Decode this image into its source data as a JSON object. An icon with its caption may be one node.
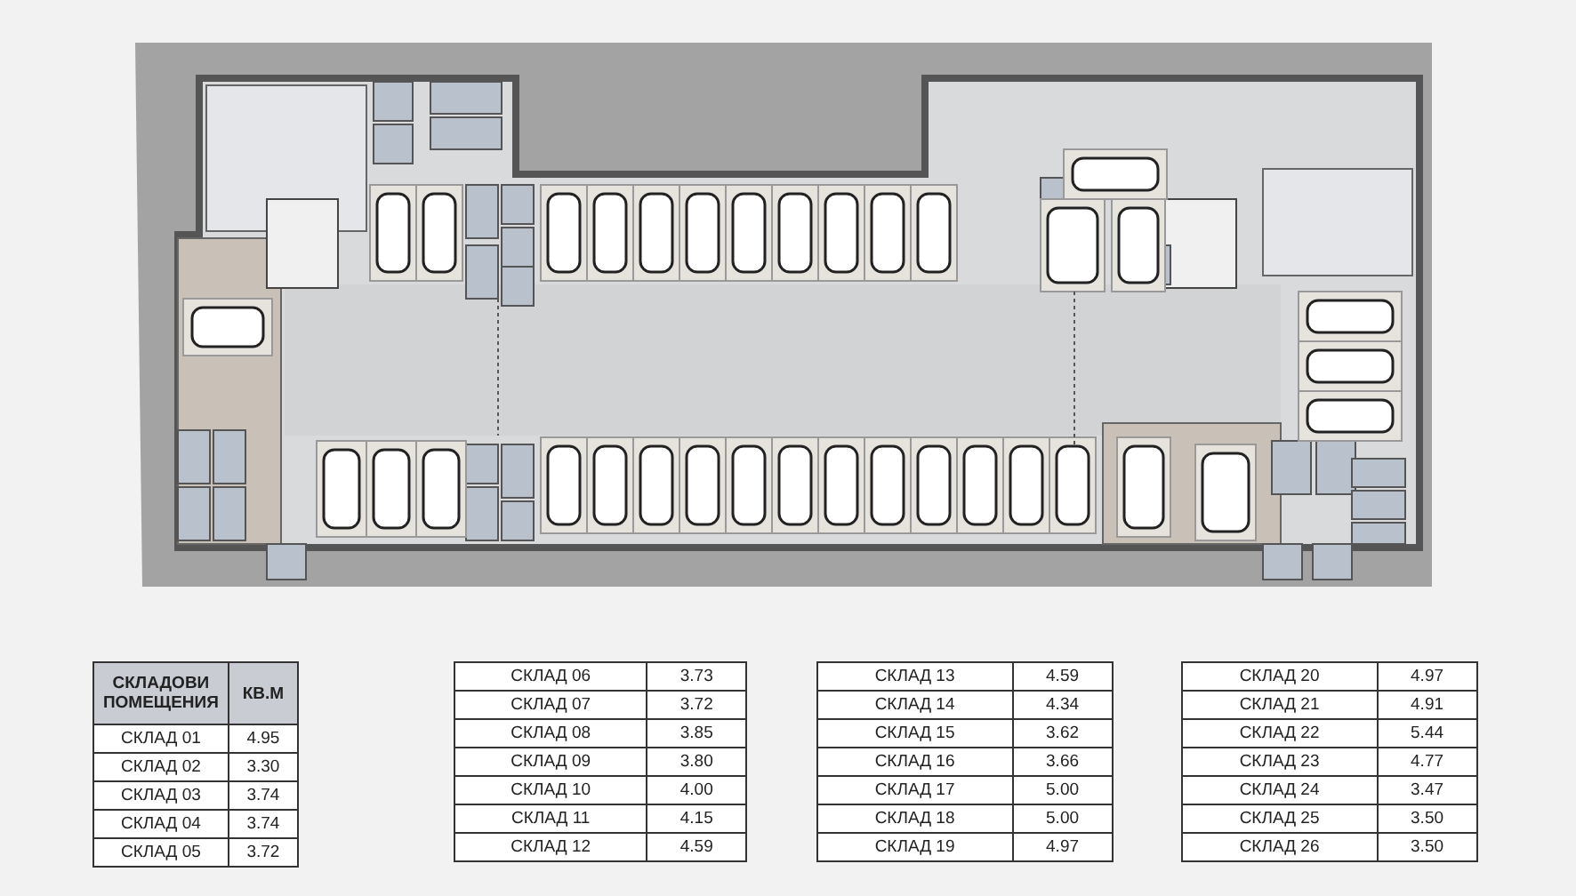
{
  "diagram": {
    "labels": [
      "СКЛАДОВИ ПОМЕЩЕНИЯ",
      "КВ.М",
      "СКЛАД 01",
      "4.95",
      "СКЛАД 02",
      "3.30",
      "СКЛАД 03",
      "3.74",
      "СКЛАД 04",
      "3.74",
      "СКЛАД 05",
      "3.72",
      "СКЛАД 06",
      "3.73",
      "СКЛАД 07",
      "3.72",
      "СКЛАД 08",
      "3.85",
      "СКЛАД 09",
      "3.80",
      "СКЛАД 10",
      "4.00",
      "СКЛАД 11",
      "4.15",
      "СКЛАД 12",
      "4.59",
      "СКЛАД 13",
      "4.59",
      "СКЛАД 14",
      "4.34",
      "СКЛАД 15",
      "3.62",
      "СКЛАД 16",
      "3.66",
      "СКЛАД 17",
      "5.00",
      "СКЛАД 18",
      "5.00",
      "СКЛАД 19",
      "4.97",
      "СКЛАД 20",
      "4.97",
      "СКЛАД 21",
      "4.91",
      "СКЛАД 22",
      "5.44",
      "СКЛАД 23",
      "4.77",
      "СКЛАД 24",
      "3.47",
      "СКЛАД 25",
      "3.50",
      "СКЛАД 26",
      "3.50"
    ]
  }
}
